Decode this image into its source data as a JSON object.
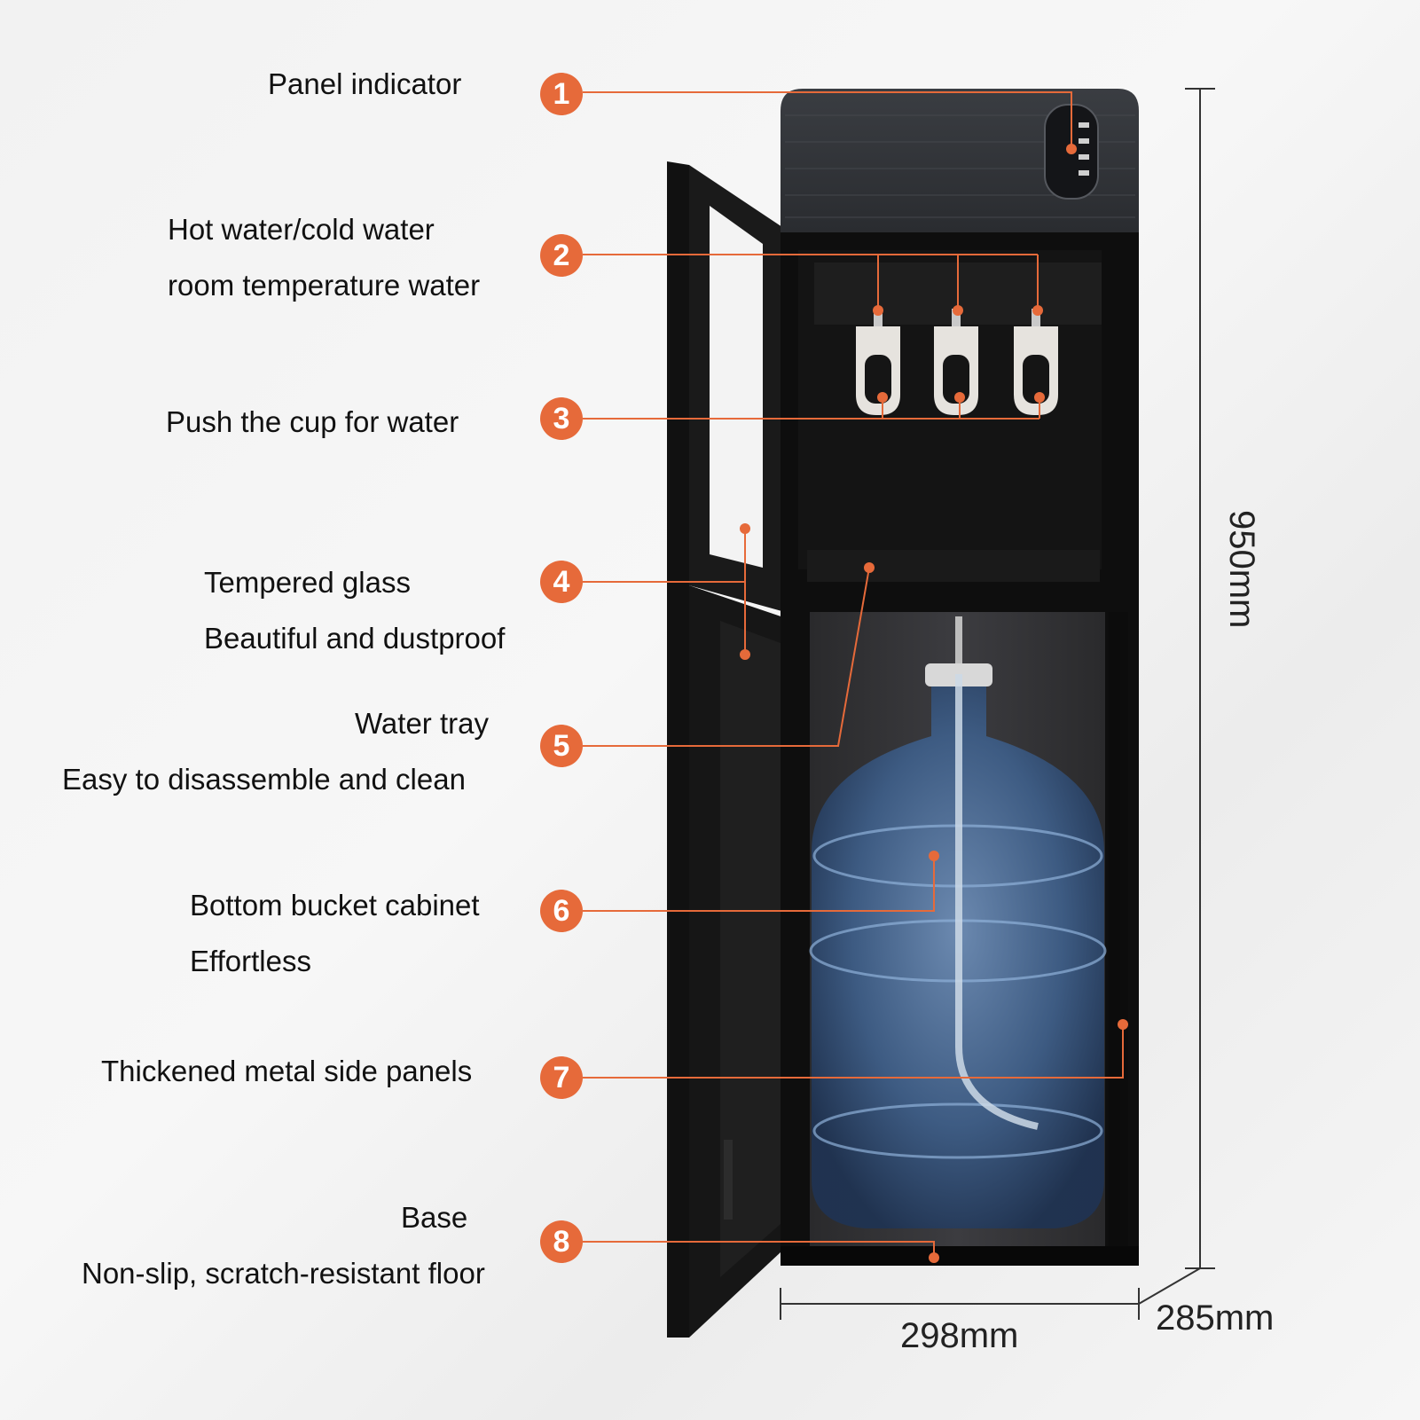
{
  "accent_color": "#e66a3a",
  "callouts": [
    {
      "number": "1",
      "lines": [
        "Panel indicator"
      ]
    },
    {
      "number": "2",
      "lines": [
        "Hot water/cold water",
        "room temperature water"
      ]
    },
    {
      "number": "3",
      "lines": [
        "Push the cup for water"
      ]
    },
    {
      "number": "4",
      "lines": [
        "Tempered glass",
        "Beautiful and dustproof"
      ]
    },
    {
      "number": "5",
      "lines": [
        "Water tray",
        "Easy to disassemble and clean"
      ]
    },
    {
      "number": "6",
      "lines": [
        "Bottom bucket cabinet",
        "Effortless"
      ]
    },
    {
      "number": "7",
      "lines": [
        "Thickened metal side panels"
      ]
    },
    {
      "number": "8",
      "lines": [
        "Base",
        "Non-slip, scratch-resistant floor"
      ]
    }
  ],
  "dimensions": {
    "height": "950mm",
    "width": "298mm",
    "depth": "285mm"
  }
}
